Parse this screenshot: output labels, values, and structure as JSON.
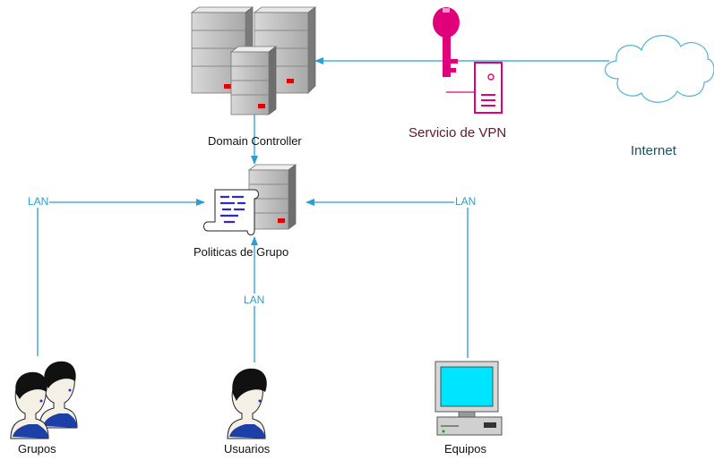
{
  "nodes": {
    "domain_controller": {
      "label": "Domain Controller",
      "icon": "server-cluster-icon"
    },
    "vpn_service": {
      "label": "Servicio de VPN",
      "icon": "key-icon"
    },
    "internet": {
      "label": "Internet",
      "icon": "cloud-icon"
    },
    "group_policy": {
      "label": "Politicas de Grupo",
      "icon": "policy-server-icon"
    },
    "groups": {
      "label": "Grupos",
      "icon": "users-group-icon"
    },
    "users": {
      "label": "Usuarios",
      "icon": "user-icon"
    },
    "computers": {
      "label": "Equipos",
      "icon": "computer-icon"
    }
  },
  "connections": {
    "lan_left": "LAN",
    "lan_center": "LAN",
    "lan_right": "LAN"
  },
  "colors": {
    "connector": "#2a9fd0",
    "vpn_accent": "#e0007a",
    "server_gray": "#9a9a9a",
    "monitor_screen": "#00e5ff"
  }
}
